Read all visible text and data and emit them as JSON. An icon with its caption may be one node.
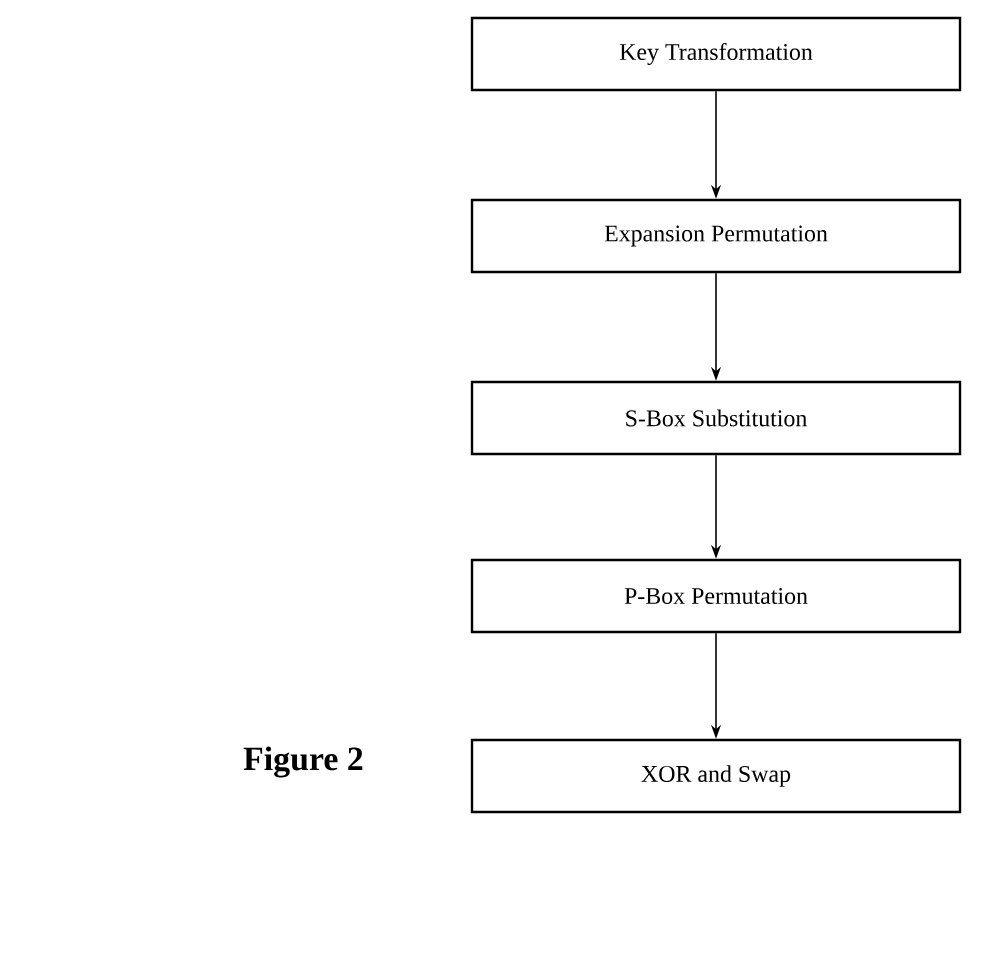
{
  "diagram": {
    "caption": "Figure 2",
    "nodes": [
      {
        "text": [
          "Key Transformation"
        ]
      },
      {
        "text": [
          "Expansion Permutation"
        ]
      },
      {
        "text": [
          "S-Box Substitution"
        ]
      },
      {
        "text": [
          "P-Box Permutation"
        ]
      },
      {
        "text": [
          "XOR and Swap"
        ]
      }
    ],
    "edges": [
      {
        "from": 0,
        "to": 1,
        "arrow": "to"
      },
      {
        "from": 1,
        "to": 2,
        "arrow": "to"
      },
      {
        "from": 2,
        "to": 3,
        "arrow": "to"
      },
      {
        "from": 3,
        "to": 4,
        "arrow": "to"
      }
    ]
  }
}
